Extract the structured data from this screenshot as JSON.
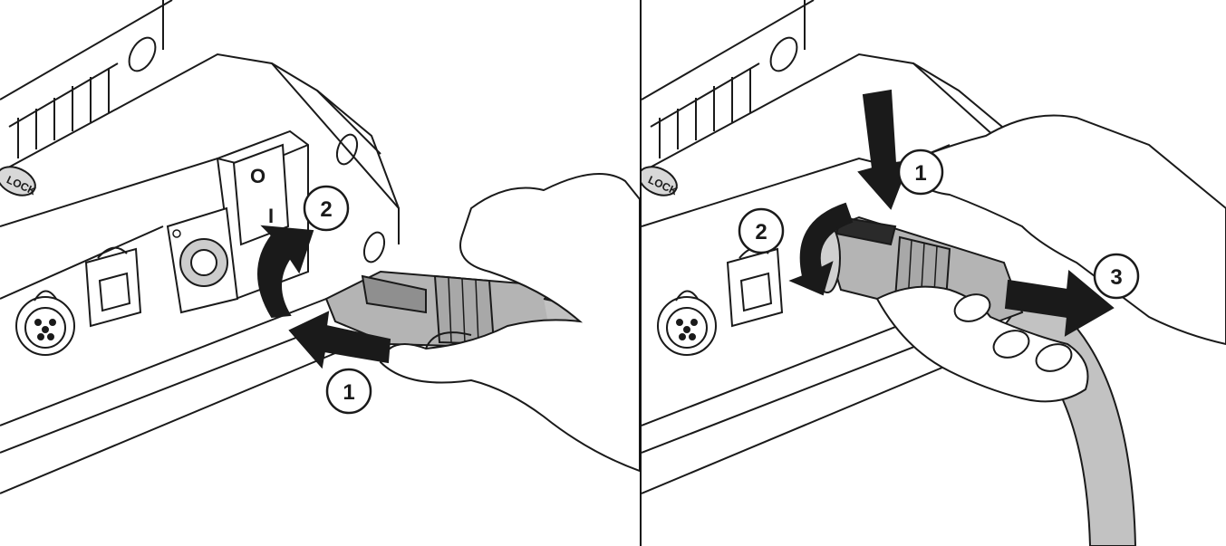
{
  "figure": {
    "left_panel": {
      "callouts": [
        {
          "number": "1",
          "action": "insert-connector"
        },
        {
          "number": "2",
          "action": "rotate-to-lock"
        }
      ],
      "switch_labels": {
        "off": "O",
        "on": "I"
      },
      "lock_label": "LOCK"
    },
    "right_panel": {
      "callouts": [
        {
          "number": "1",
          "action": "press-release-tab"
        },
        {
          "number": "2",
          "action": "rotate-to-unlock"
        },
        {
          "number": "3",
          "action": "pull-out-connector"
        }
      ],
      "lock_label": "LOCK"
    },
    "colors": {
      "line": "#1a1a1a",
      "connector": "#b4b4b4",
      "cable": "#c2c2c2",
      "arrow": "#1a1a1a",
      "background": "#ffffff"
    }
  }
}
